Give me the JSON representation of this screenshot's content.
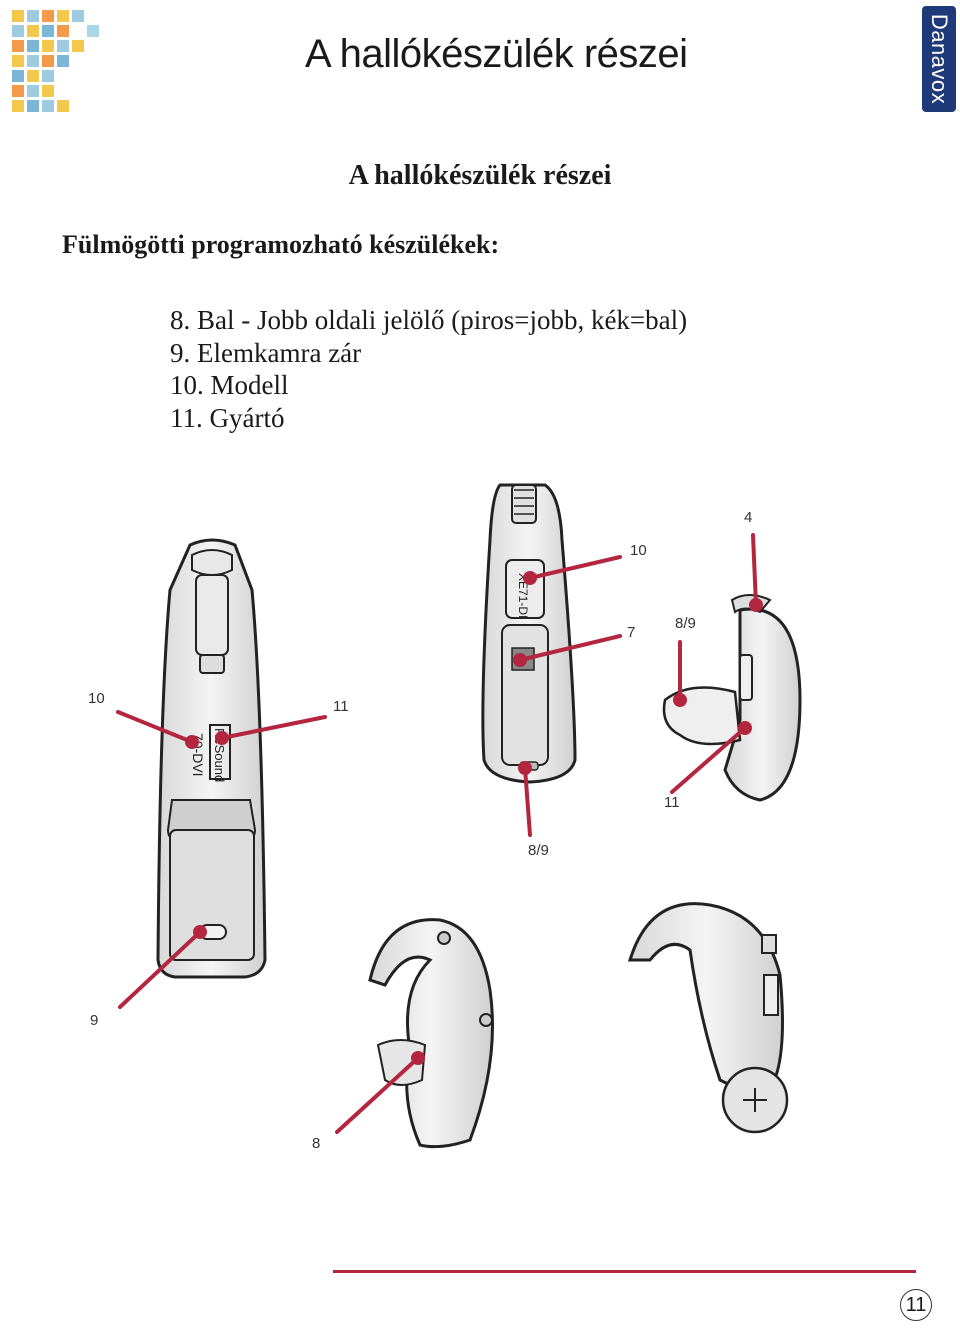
{
  "header": {
    "title": "A hallókészülék részei",
    "brand": "Danavox",
    "brand_color": "#1e3a78"
  },
  "section": {
    "title": "A hallókészülék részei",
    "subtitle": "Fülmögötti programozható készülékek:",
    "items": [
      "8. Bal - Jobb oldali jelölő (piros=jobb, kék=bal)",
      "9. Elemkamra zár",
      "10. Modell",
      "11. Gyártó"
    ]
  },
  "device_labels": {
    "model_text": "70-DVI",
    "maker_text": "ReSound",
    "side_model_text": "XE71-DI"
  },
  "callouts": {
    "c10_left": "10",
    "c11_left": "11",
    "c9": "9",
    "c10_top": "10",
    "c7": "7",
    "c89_mid": "8/9",
    "c4": "4",
    "c89_right": "8/9",
    "c11_right": "11",
    "c8": "8"
  },
  "accent_color": "#b3263e",
  "footer": {
    "page_number": "11"
  }
}
